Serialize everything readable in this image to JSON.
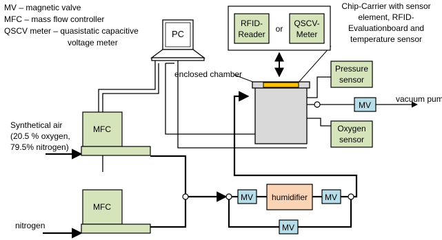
{
  "legend": {
    "line1": "MV – magnetic valve",
    "line2": "MFC – mass flow controller",
    "line3": "QSCV meter – quasistatic capacitive",
    "line4": "voltage meter"
  },
  "pc": {
    "label": "PC"
  },
  "rfid_reader": {
    "line1": "RFID-",
    "line2": "Reader"
  },
  "or_label": "or",
  "qscv_meter": {
    "line1": "QSCV-",
    "line2": "Meter"
  },
  "chip_carrier": {
    "line1": "Chip-Carrier with sensor",
    "line2": "element, RFID-",
    "line3": "Evaluationboard and",
    "line4": "temperature sensor"
  },
  "chamber": {
    "label": "enclosed chamber"
  },
  "pressure_sensor": {
    "line1": "Pressure",
    "line2": "sensor"
  },
  "oxygen_sensor": {
    "line1": "Oxygen",
    "line2": "sensor"
  },
  "vacuum": {
    "mv": "MV",
    "label": "vacuum pump"
  },
  "synthetic_air": {
    "line1": "Synthetical air",
    "line2": "(20.5 % oxygen,",
    "line3": "79.5% nitrogen)"
  },
  "nitrogen": {
    "label": "nitrogen"
  },
  "mfc_top": {
    "label": "MFC"
  },
  "mfc_bottom": {
    "label": "MFC"
  },
  "humidifier_line": {
    "mv_in": "MV",
    "humidifier": "humidifier",
    "mv_out": "MV",
    "mv_bypass": "MV"
  },
  "colors": {
    "green_box": "#d6e4bc",
    "blue_box": "#b7dde8",
    "orange_box": "#fbd3b5",
    "chamber": "#d9d9d9",
    "chip": "#ffc000",
    "stroke": "#000000"
  }
}
